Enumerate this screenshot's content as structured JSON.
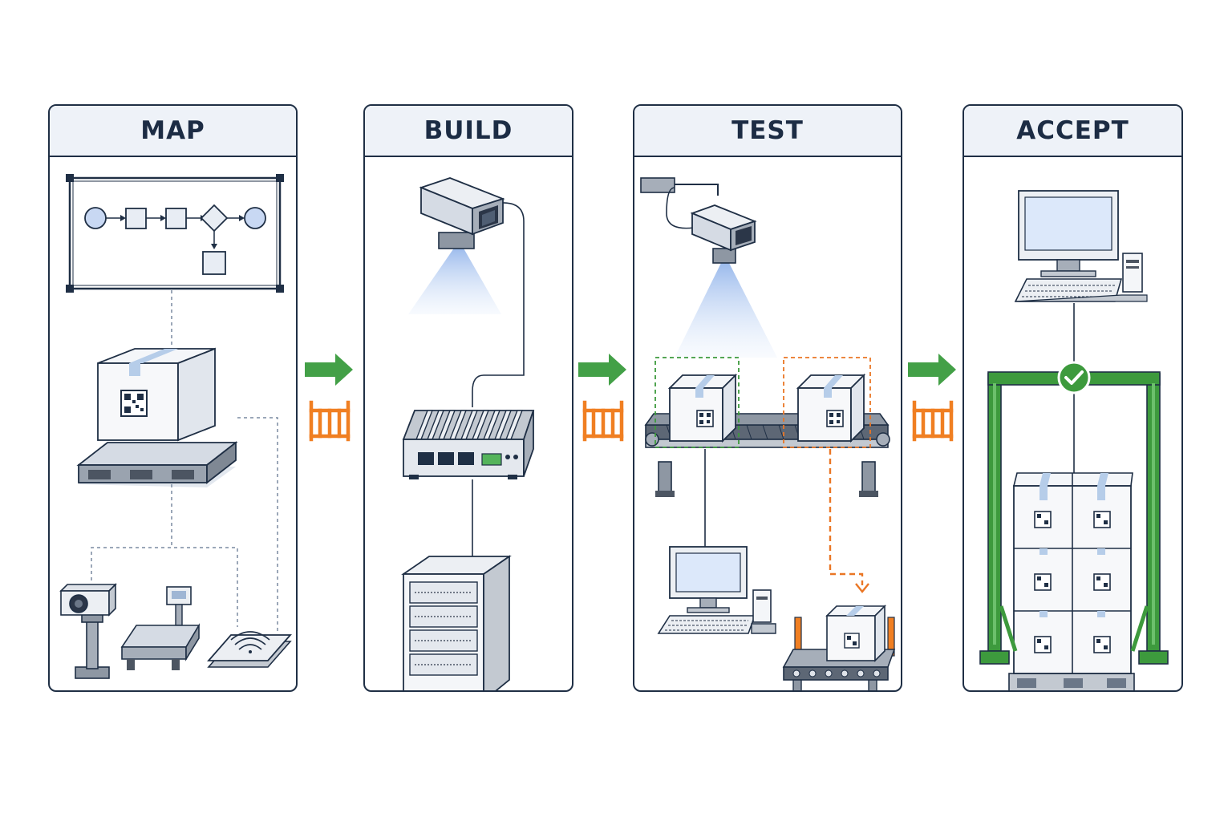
{
  "stages": [
    {
      "id": "map",
      "title": "MAP"
    },
    {
      "id": "build",
      "title": "BUILD"
    },
    {
      "id": "test",
      "title": "TEST"
    },
    {
      "id": "accept",
      "title": "ACCEPT"
    }
  ],
  "colors": {
    "outline": "#1f2f45",
    "header_bg": "#eef2f8",
    "forward_arrow": "#43a047",
    "gate_icon": "#f07f22",
    "pass_frame": "#3d9a3d",
    "reject_path": "#ea7624",
    "scan_beam": "#c9dcf8"
  },
  "icons": {
    "map": [
      "process-flowchart-icon",
      "boxed-pallet-icon",
      "camera-icon",
      "weighing-scale-icon",
      "rfid-reader-icon"
    ],
    "build": [
      "barcode-camera-icon",
      "edge-gateway-icon",
      "server-rack-icon"
    ],
    "test": [
      "overhead-camera-icon",
      "conveyor-icon",
      "good-box-icon",
      "rejected-box-icon",
      "workstation-icon",
      "reject-conveyor-icon"
    ],
    "accept": [
      "workstation-icon",
      "check-icon",
      "gate-frame-icon",
      "pallet-stack-icon"
    ],
    "connectors": [
      "arrow-right-icon",
      "gate-icon"
    ]
  }
}
